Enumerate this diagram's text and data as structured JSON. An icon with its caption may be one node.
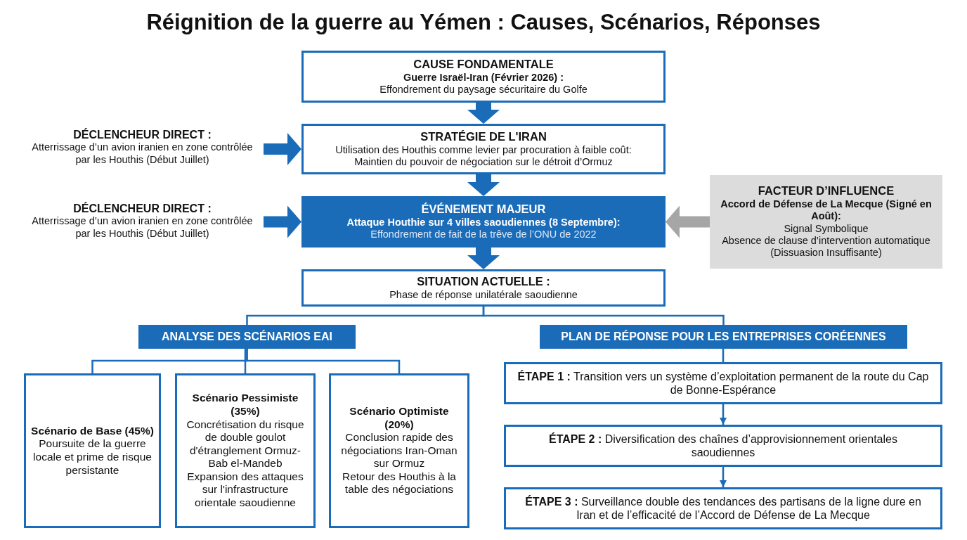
{
  "diagram": {
    "title": "Réignition de la guerre au Yémen : Causes, Scénarios, Réponses",
    "nodes": [
      {
        "text": [
          "CAUSE FONDAMENTALE",
          "Guerre Israël-Iran (Février 2026) :",
          "Effondrement du paysage sécuritaire du Golfe"
        ]
      },
      {
        "text": [
          "DÉCLENCHEUR DIRECT :",
          "Atterrissage d’un avion iranien en zone contrôlée par les Houthis (Début Juillet)"
        ]
      },
      {
        "text": [
          "STRATÉGIE DE L'IRAN",
          "Utilisation des Houthis comme levier par procuration à faible coût:",
          "Maintien du pouvoir de négociation sur le détroit d’Ormuz"
        ]
      },
      {
        "text": [
          "DÉCLENCHEUR DIRECT :",
          "Atterrissage d’un avion iranien en zone contrôlée par les Houthis (Début Juillet)"
        ]
      },
      {
        "text": [
          "ÉVÉNEMENT MAJEUR",
          "Attaque Houthie sur 4 villes saoudiennes (8 Septembre):",
          "Effondrement de fait de la trêve de l’ONU de 2022"
        ]
      },
      {
        "text": [
          "FACTEUR D’INFLUENCE",
          "Accord de Défense de La Mecque (Signé en Août):",
          "Signal Symbolique",
          "Absence de clause d’intervention automatique (Dissuasion Insuffisante)"
        ]
      },
      {
        "text": [
          "SITUATION ACTUELLE :",
          "Phase de réponse unilatérale saoudienne"
        ]
      },
      {
        "text": [
          "ANALYSE DES SCÉNARIOS EAI"
        ]
      },
      {
        "text": [
          "PLAN DE RÉPONSE POUR LES ENTREPRISES CORÉENNES"
        ]
      },
      {
        "text": [
          "Scénario de Base (45%)",
          "Poursuite de la guerre locale et prime de risque persistante"
        ]
      },
      {
        "text": [
          "Scénario Pessimiste (35%)",
          "Concrétisation du risque de double goulot d'étranglement Ormuz-Bab el-Mandeb",
          "Expansion des attaques sur l'infrastructure orientale saoudienne"
        ]
      },
      {
        "text": [
          "Scénario Optimiste (20%)",
          "Conclusion rapide des négociations Iran-Oman sur Ormuz",
          "Retour des Houthis à la table des négociations"
        ]
      },
      {
        "text": [
          "**ÉTAPE 1 :** Transition vers un système d’exploitation permanent de la route du Cap de Bonne-Espérance"
        ]
      },
      {
        "text": [
          "**ÉTAPE 2 :** Diversification des chaînes d’approvisionnement orientales saoudiennes"
        ]
      },
      {
        "text": [
          "**ÉTAPE 3 :** Surveillance double des tendances des partisans de la ligne dure en Iran et de l’efficacité de l’Accord de Défense de La Mecque"
        ]
      }
    ],
    "edges": [
      {
        "from": 0,
        "to": 2,
        "arrow": "to",
        "style": "thick"
      },
      {
        "from": 1,
        "to": 2,
        "arrow": "to",
        "style": "thick"
      },
      {
        "from": 2,
        "to": 4,
        "arrow": "to",
        "style": "thick"
      },
      {
        "from": 3,
        "to": 4,
        "arrow": "to",
        "style": "thick"
      },
      {
        "from": 5,
        "to": 4,
        "arrow": "to",
        "style": "thick",
        "color": "#a6a6a6"
      },
      {
        "from": 4,
        "to": 6,
        "arrow": "to",
        "style": "thick"
      },
      {
        "from": 6,
        "to": 7,
        "arrow": "none"
      },
      {
        "from": 6,
        "to": 8,
        "arrow": "none"
      },
      {
        "from": 7,
        "to": 9,
        "arrow": "none"
      },
      {
        "from": 7,
        "to": 10,
        "arrow": "none"
      },
      {
        "from": 7,
        "to": 11,
        "arrow": "none"
      },
      {
        "from": 8,
        "to": 12,
        "arrow": "none"
      },
      {
        "from": 12,
        "to": 13,
        "arrow": "to"
      },
      {
        "from": 13,
        "to": 14,
        "arrow": "to"
      }
    ]
  }
}
